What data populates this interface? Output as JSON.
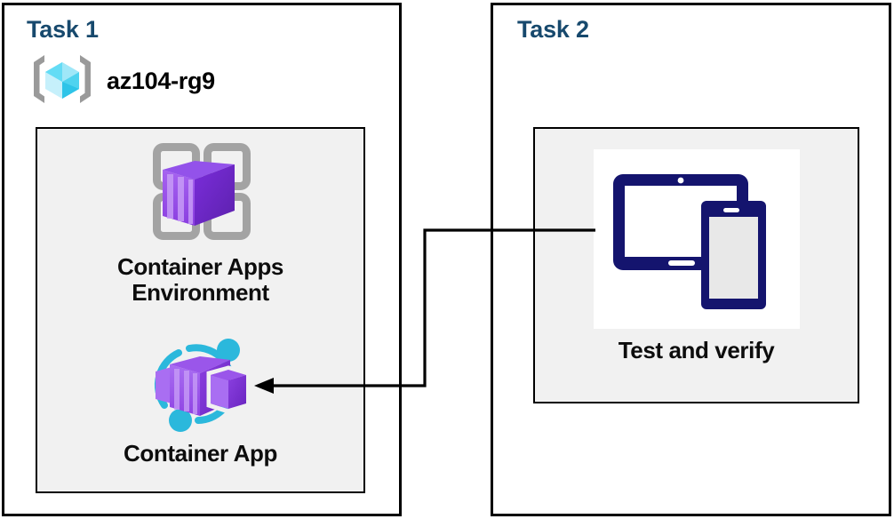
{
  "diagram": {
    "title_color": "#17496d",
    "panel_border_color": "#000000",
    "inner_box_fill": "#f1f1f1",
    "connector_color": "#000000"
  },
  "task1": {
    "title": "Task 1",
    "resource_group": {
      "icon": "resource-group-icon",
      "label": "az104-rg9"
    },
    "nodes": [
      {
        "icon": "container-apps-environment-icon",
        "caption": "Container Apps\nEnvironment"
      },
      {
        "icon": "container-app-icon",
        "caption": "Container App"
      }
    ]
  },
  "task2": {
    "title": "Task 2",
    "nodes": [
      {
        "icon": "devices-test-icon",
        "caption": "Test and verify"
      }
    ]
  },
  "connector": {
    "name": "test-to-container-app-arrow",
    "from": "Test and verify",
    "to": "Container App",
    "arrow_direction": "left"
  }
}
